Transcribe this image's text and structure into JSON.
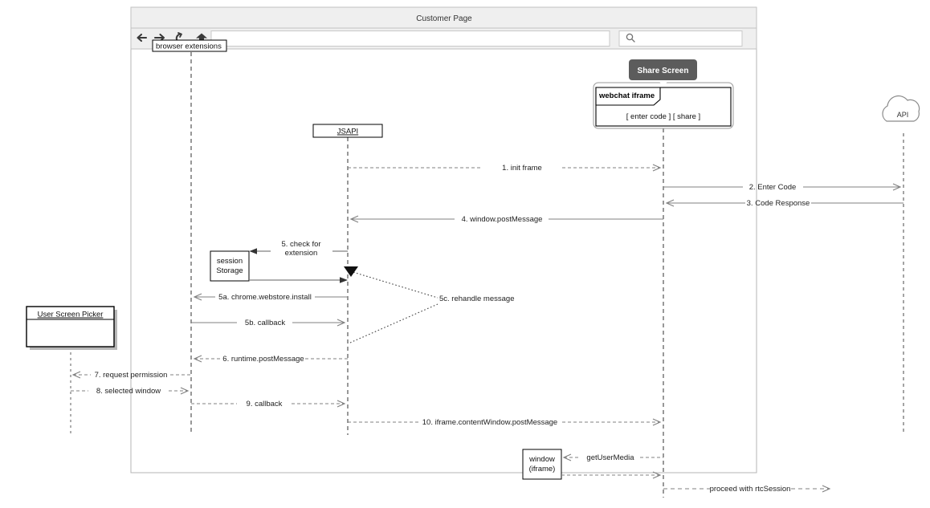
{
  "browser": {
    "title": "Customer Page",
    "nav": {
      "back_icon": "back-arrow-icon",
      "forward_icon": "forward-arrow-icon",
      "reload_icon": "reload-icon",
      "home_icon": "home-icon"
    },
    "address_bar": {
      "value": "",
      "placeholder": ""
    },
    "search_box": {
      "value": "",
      "placeholder": "",
      "icon": "search-icon"
    }
  },
  "tooltip": {
    "label": "Share Screen"
  },
  "participants": {
    "browser_extensions": {
      "label": "browser extensions"
    },
    "jsapi": {
      "label": "JSAPI"
    },
    "webchat_iframe": {
      "frame_label": "webchat iframe",
      "buttons": "[  enter code ] [ share ]"
    },
    "api": {
      "label": "API",
      "icon": "cloud-icon"
    },
    "user_screen_picker": {
      "label": "User Screen Picker"
    },
    "session_storage": {
      "line1": "session",
      "line2": "Storage"
    },
    "window_iframe": {
      "line1": "window",
      "line2": "(iframe)"
    }
  },
  "messages": [
    {
      "id": "m1",
      "label": "1. init frame"
    },
    {
      "id": "m2",
      "label": "2. Enter Code"
    },
    {
      "id": "m3",
      "label": "3. Code Response"
    },
    {
      "id": "m4",
      "label": "4. window.postMessage"
    },
    {
      "id": "m5a",
      "label": "5. check for"
    },
    {
      "id": "m5b",
      "label": "extension"
    },
    {
      "id": "m5c",
      "label": "5c. rehandle message"
    },
    {
      "id": "m6",
      "label": "5a. chrome.webstore.install"
    },
    {
      "id": "m7",
      "label": "5b. callback"
    },
    {
      "id": "m8",
      "label": "6. runtime.postMessage"
    },
    {
      "id": "m9",
      "label": "7. request permission"
    },
    {
      "id": "m10",
      "label": "8. selected window"
    },
    {
      "id": "m11",
      "label": "9. callback"
    },
    {
      "id": "m12",
      "label": "10. iframe.contentWindow.postMessage"
    },
    {
      "id": "m13",
      "label": "getUserMedia"
    },
    {
      "id": "m14",
      "label": "proceed with rtcSession"
    }
  ],
  "colors": {
    "line": "#808080",
    "dark_line": "#555555",
    "tooltip_bg": "#5c5c5c",
    "chrome_bg": "#efefef",
    "border": "#b4b4b4"
  }
}
